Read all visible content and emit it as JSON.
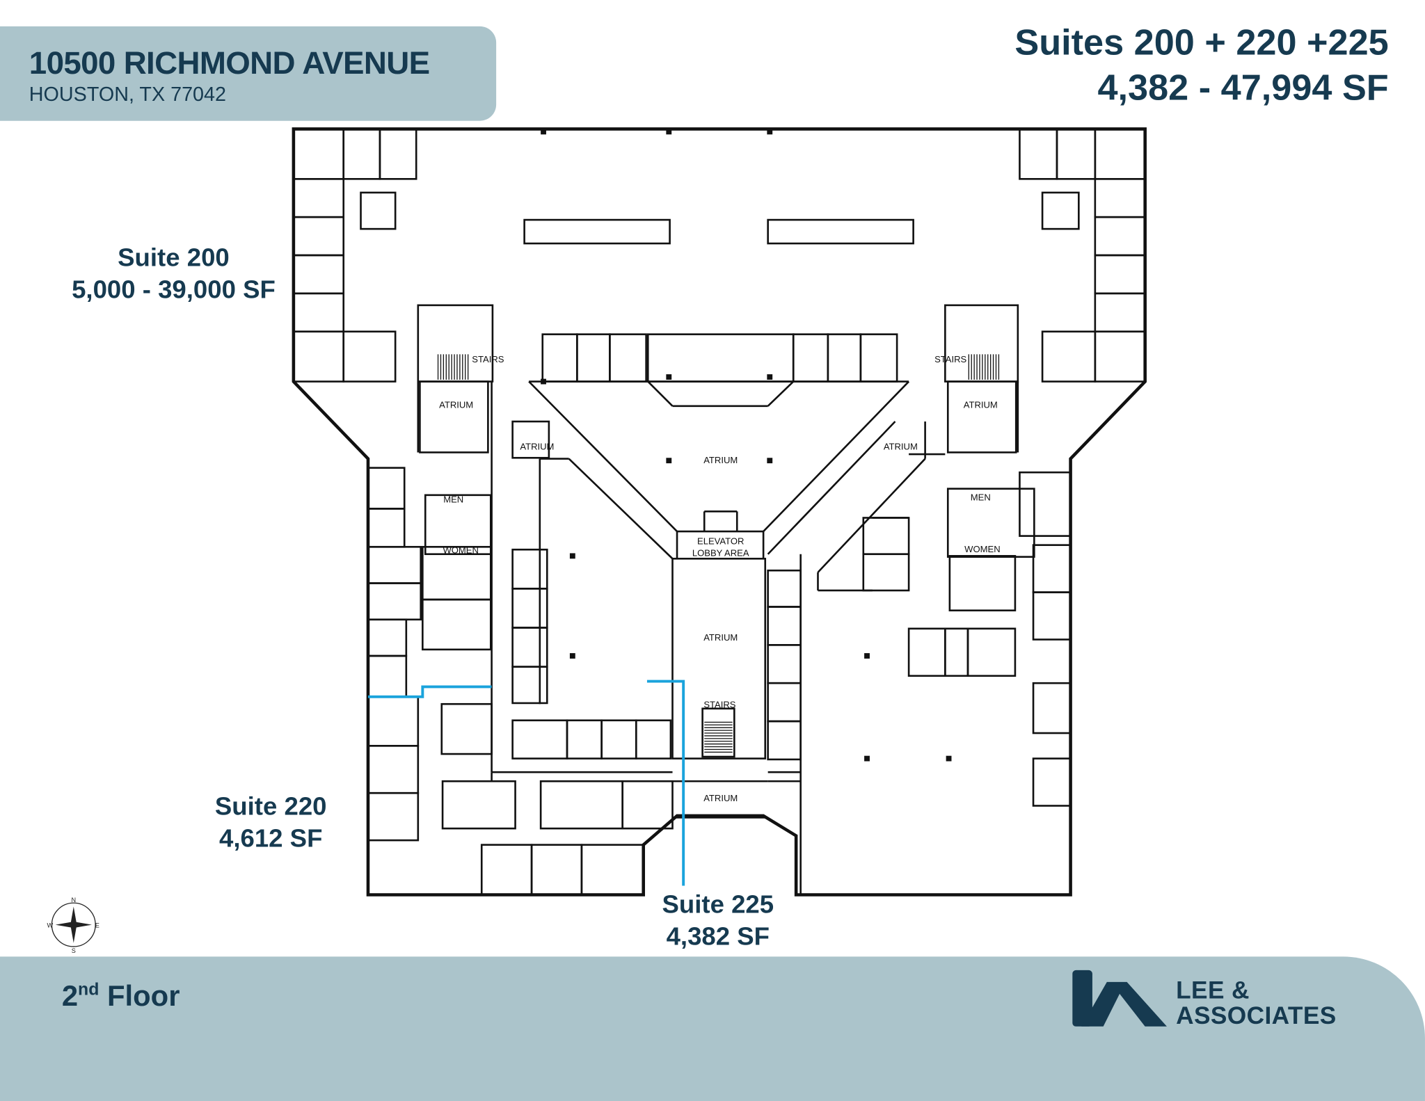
{
  "header": {
    "address": "10500 RICHMOND AVENUE",
    "city": "HOUSTON, TX 77042",
    "suites": "Suites 200 + 220 +225",
    "size_range": "4,382 - 47,994 SF"
  },
  "suites": [
    {
      "name": "Suite 200",
      "size": "5,000 - 39,000 SF"
    },
    {
      "name": "Suite 220",
      "size": "4,612 SF"
    },
    {
      "name": "Suite 225",
      "size": "4,382 SF"
    }
  ],
  "plan_labels": {
    "stairs": "STAIRS",
    "atrium": "ATRIUM",
    "men": "MEN",
    "women": "WOMEN",
    "elevator": "ELEVATOR",
    "lobby": "LOBBY AREA"
  },
  "compass": {
    "n": "N",
    "s": "S",
    "e": "E",
    "w": "W"
  },
  "footer": {
    "floor_number": "2",
    "floor_suffix": "nd",
    "floor_word": "Floor",
    "logo_line1": "LEE &",
    "logo_line2": "ASSOCIATES"
  },
  "colors": {
    "navy": "#163a50",
    "panel": "#abc4cb",
    "suite_boundary": "#1aa3dc"
  }
}
